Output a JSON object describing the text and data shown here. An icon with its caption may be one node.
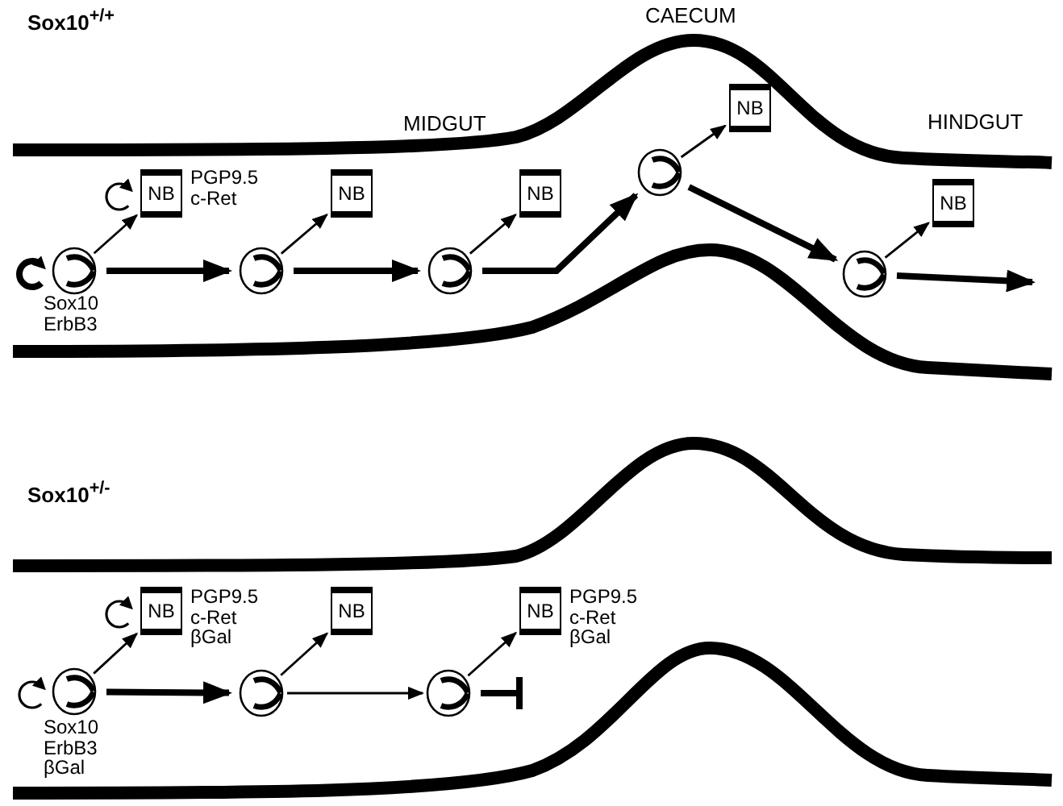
{
  "diagram": {
    "nodes": [
      {
        "text": [],
        "shape": "circle",
        "beside": [
          "Sox10 ErbB3"
        ]
      },
      {
        "text": [
          "NB"
        ],
        "beside": [
          "PGP9.5 c-Ret"
        ]
      },
      {
        "text": [],
        "shape": "circle"
      },
      {
        "text": [
          "NB"
        ]
      },
      {
        "text": [],
        "shape": "circle"
      },
      {
        "text": [
          "NB"
        ]
      },
      {
        "text": [],
        "shape": "circle"
      },
      {
        "text": [
          "NB"
        ]
      },
      {
        "text": [],
        "shape": "circle"
      },
      {
        "text": [
          "NB"
        ]
      },
      {
        "text": [],
        "shape": "circle",
        "beside": [
          "Sox10 ErbB3 βGal"
        ]
      },
      {
        "text": [
          "NB"
        ],
        "beside": [
          "PGP9.5 c-Ret βGal"
        ]
      },
      {
        "text": [],
        "shape": "circle"
      },
      {
        "text": [
          "NB"
        ]
      },
      {
        "text": [],
        "shape": "circle"
      },
      {
        "text": [
          "NB"
        ],
        "beside": [
          "PGP9.5 c-Ret βGal"
        ]
      }
    ],
    "edges": [
      {
        "from": 0,
        "to": 1,
        "arrow": "to"
      },
      {
        "from": 0,
        "to": 2,
        "arrow": "to",
        "style": "thick"
      },
      {
        "from": 2,
        "to": 3,
        "arrow": "to"
      },
      {
        "from": 2,
        "to": 4,
        "arrow": "to",
        "style": "thick"
      },
      {
        "from": 4,
        "to": 5,
        "arrow": "to"
      },
      {
        "from": 4,
        "to": 6,
        "arrow": "to",
        "style": "thick"
      },
      {
        "from": 6,
        "to": 7,
        "arrow": "to"
      },
      {
        "from": 6,
        "to": 8,
        "arrow": "to",
        "style": "thick"
      },
      {
        "from": 8,
        "to": 9,
        "arrow": "to"
      },
      {
        "from": 8,
        "to": null,
        "arrow": "to",
        "style": "thick"
      },
      {
        "from": 10,
        "to": 11,
        "arrow": "to"
      },
      {
        "from": 10,
        "to": 12,
        "arrow": "to",
        "style": "thick"
      },
      {
        "from": 12,
        "to": 13,
        "arrow": "to"
      },
      {
        "from": 12,
        "to": 14,
        "arrow": "to"
      },
      {
        "from": 14,
        "to": 15,
        "arrow": "to"
      },
      {
        "from": 14,
        "to": null,
        "arrow": "other",
        "style": "thick"
      },
      {
        "from": 0,
        "to": 0,
        "arrow": "to",
        "style": "thick"
      },
      {
        "from": 1,
        "to": 1,
        "arrow": "to"
      },
      {
        "from": 10,
        "to": 10,
        "arrow": "to"
      },
      {
        "from": 11,
        "to": 11,
        "arrow": "to"
      }
    ],
    "labels": [
      "Sox10$^{+/+}$",
      "CAECUM",
      "MIDGUT",
      "HINDGUT",
      "Sox10$^{+/-}$"
    ]
  }
}
